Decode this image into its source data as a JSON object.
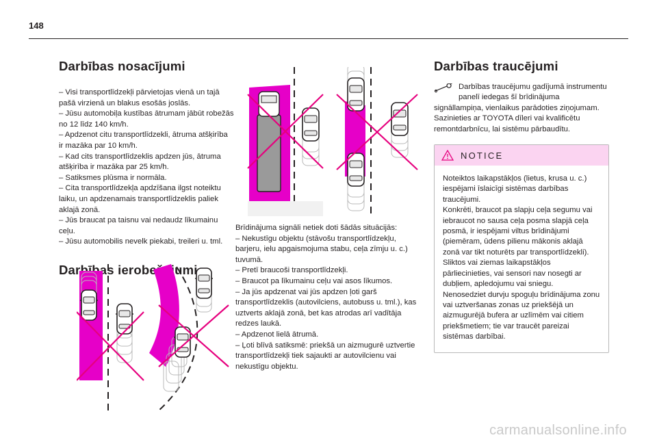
{
  "page_number": "148",
  "conditions": {
    "title": "Darbības nosacījumi",
    "items": [
      "– Visi transportlīdzekļi pārvietojas vienā un tajā pašā virzienā un blakus esošās joslās.",
      "– Jūsu automobiļa kustības ātrumam jābūt robežās no 12 līdz 140 km/h.",
      "– Apdzenot citu transportlīdzekli, ātruma atšķirība ir mazāka par 10 km/h.",
      "– Kad cits transportlīdzeklis apdzen jūs, ātruma atšķirība ir mazāka par 25 km/h.",
      "– Satiksmes plūsma ir normāla.",
      "– Cita transportlīdzekļa apdzīšana ilgst noteiktu laiku, un apdzenamais transportlīdzeklis paliek aklajā zonā.",
      "– Jūs braucat pa taisnu vai nedaudz līkumainu ceļu.",
      "– Jūsu automobilis nevelk piekabi, treileri u. tml."
    ]
  },
  "limits": {
    "title": "Darbības ierobežojumi"
  },
  "no_alert": {
    "items": [
      "Brīdinājuma signāli netiek doti šādās situācijās:",
      "– Nekustīgu objektu (stāvošu transportlīdzekļu, barjeru, ielu apgaismojuma stabu, ceļa zīmju u. c.) tuvumā.",
      "– Pretī braucoši transportlīdzekļi.",
      "– Braucot pa līkumainu ceļu vai asos līkumos.",
      "– Ja jūs apdzenat vai jūs apdzen ļoti garš transportlīdzeklis (autovilciens, autobuss u. tml.), kas uztverts aklajā zonā, bet kas atrodas arī vadītāja redzes laukā.",
      "– Apdzenot lielā ātrumā.",
      "– Ļoti blīvā satiksmē: priekšā un aizmugurē uztvertie transportlīdzekļi tiek sajaukti ar autovilcienu vai nekustīgu objektu."
    ]
  },
  "faults": {
    "title": "Darbības traucējumi",
    "intro_indented": "Darbības traucējumu gadījumā instrumentu panelī iedegas šī brīdinājuma",
    "intro_rest": "signāllampiņa, vienlaikus parādoties ziņojumam. Sazinieties ar TOYOTA dīleri vai kvalificētu remontdarbnīcu, lai sistēmu pārbaudītu."
  },
  "notice": {
    "title": "NOTICE",
    "text": "Noteiktos laikapstākļos (lietus, krusa u. c.) iespējami īslaicīgi sistēmas darbības traucējumi.\nKonkrēti, braucot pa slapju ceļa segumu vai iebraucot no sausa ceļa posma slapjā ceļa posmā, ir iespējami viltus brīdinājumi (piemēram, ūdens pilienu mākonis aklajā zonā var tikt noturēts par transportlīdzekli).\nSliktos vai ziemas laikapstākļos pārliecinieties, vai sensori nav nosegti ar dubļiem, apledojumu vai sniegu.\nNenosedziet durvju spoguļu brīdinājuma zonu vai uztveršanas zonas uz priekšējā un aizmugurējā bufera ar uzlīmēm vai citiem priekšmetiem; tie var traucēt pareizai sistēmas darbībai."
  },
  "watermark": "carmanualsonline.info",
  "colors": {
    "accent_magenta": "#e600c8",
    "notice_header": "#fbd4f1",
    "cross": "#e6007e"
  },
  "icons": [
    "wrench-icon",
    "warning-triangle-icon"
  ]
}
